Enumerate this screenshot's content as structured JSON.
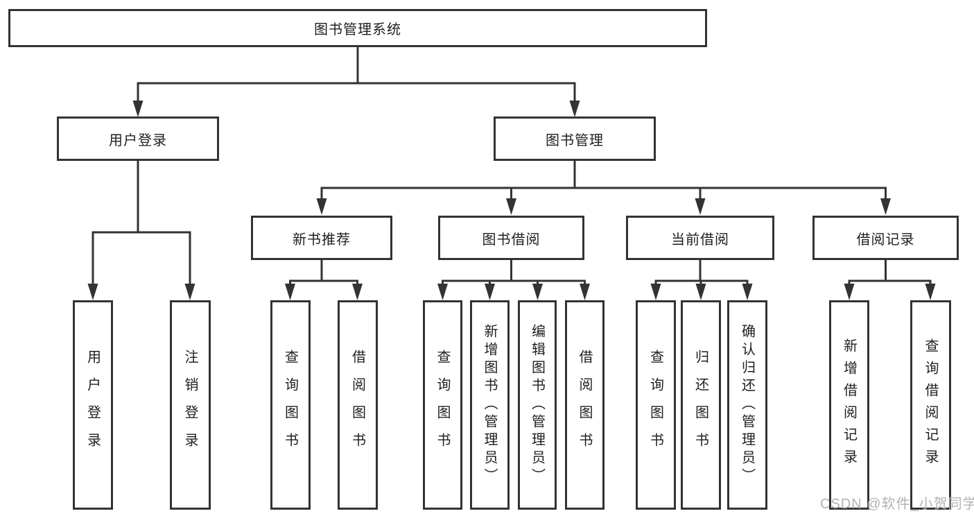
{
  "diagram": {
    "root": "图书管理系统",
    "level2": [
      "用户登录",
      "图书管理"
    ],
    "level3": [
      "新书推荐",
      "图书借阅",
      "当前借阅",
      "借阅记录"
    ],
    "leaves": {
      "user_login": [
        "用户登录",
        "注销登录"
      ],
      "new_books": [
        "查询图书",
        "借阅图书"
      ],
      "book_borrow": [
        "查询图书",
        "新增图书（管理员）",
        "编辑图书（管理员）",
        "借阅图书"
      ],
      "current_borrow": [
        "查询图书",
        "归还图书",
        "确认归还（管理员）"
      ],
      "borrow_records": [
        "新增借阅记录",
        "查询借阅记录"
      ]
    }
  },
  "watermark": "CSDN @软件_小贺同学",
  "colors": {
    "line": "#333333",
    "text": "#1f1f1f",
    "watermark": "#b3b3b3",
    "background": "#ffffff"
  }
}
